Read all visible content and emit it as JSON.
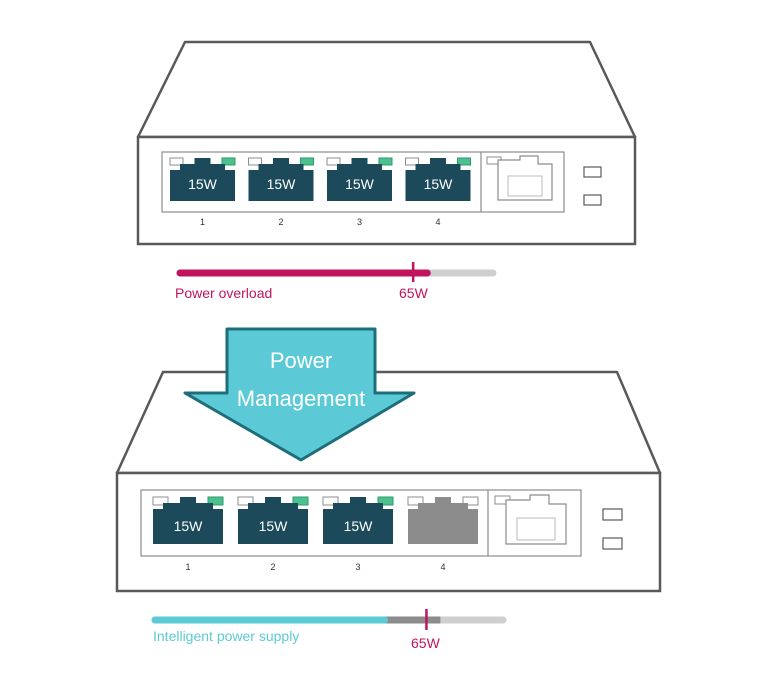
{
  "colors": {
    "outline": "#595959",
    "port_active": "#1c4a5a",
    "port_inactive": "#8c8c8c",
    "led_green": "#4cc08e",
    "overload": "#c0155e",
    "managed": "#5ccad6",
    "bar_track": "#cfcfcf",
    "bar_gray": "#8c8c8c",
    "arrow_fill": "#5ccad6",
    "arrow_stroke": "#1e6e7a"
  },
  "top_switch": {
    "ports": [
      {
        "number": "1",
        "power": "15W",
        "active": true
      },
      {
        "number": "2",
        "power": "15W",
        "active": true
      },
      {
        "number": "3",
        "power": "15W",
        "active": true
      },
      {
        "number": "4",
        "power": "15W",
        "active": true
      }
    ],
    "budget_bar": {
      "caption": "Power overload",
      "marker_label": "65W",
      "fill_fraction": 0.79,
      "marker_fraction": 0.745
    }
  },
  "arrow": {
    "line1": "Power",
    "line2": "Management"
  },
  "bottom_switch": {
    "ports": [
      {
        "number": "1",
        "power": "15W",
        "active": true
      },
      {
        "number": "2",
        "power": "15W",
        "active": true
      },
      {
        "number": "3",
        "power": "15W",
        "active": true
      },
      {
        "number": "4",
        "power": "",
        "active": false
      }
    ],
    "budget_bar": {
      "caption": "Intelligent power supply",
      "marker_label": "65W",
      "fill_fraction": 0.66,
      "gray_fraction": 0.82,
      "marker_fraction": 0.78
    }
  }
}
